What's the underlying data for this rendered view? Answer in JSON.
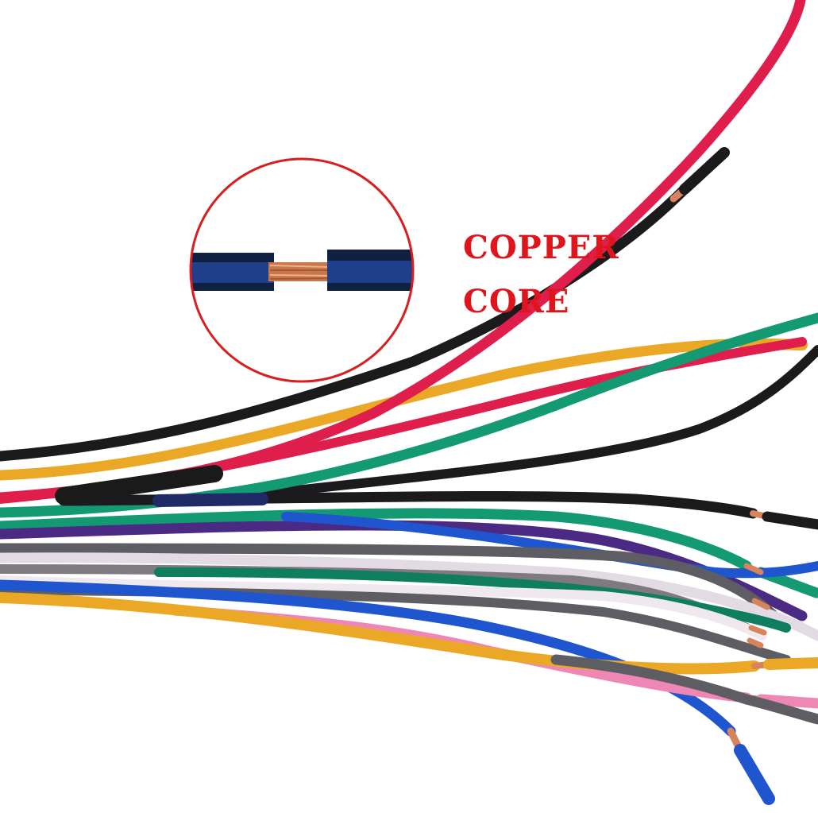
{
  "callout": {
    "line1": "COPPER",
    "line2": "CORE",
    "text_color": "#e0151c",
    "ring_color": "#d81e1e"
  },
  "wire_colors": {
    "red": "#e01e4c",
    "black": "#1b1b1d",
    "yellow": "#eba826",
    "green": "#139a72",
    "blue": "#1f55cf",
    "purple": "#4a2a82",
    "white": "#e3dbe3",
    "gray": "#5d5d63",
    "pink": "#ee86b6",
    "copper": "#d7835b"
  },
  "elements": {
    "magnifier": "magnified-wire-cross-section",
    "bundle": "wire-bundle"
  }
}
